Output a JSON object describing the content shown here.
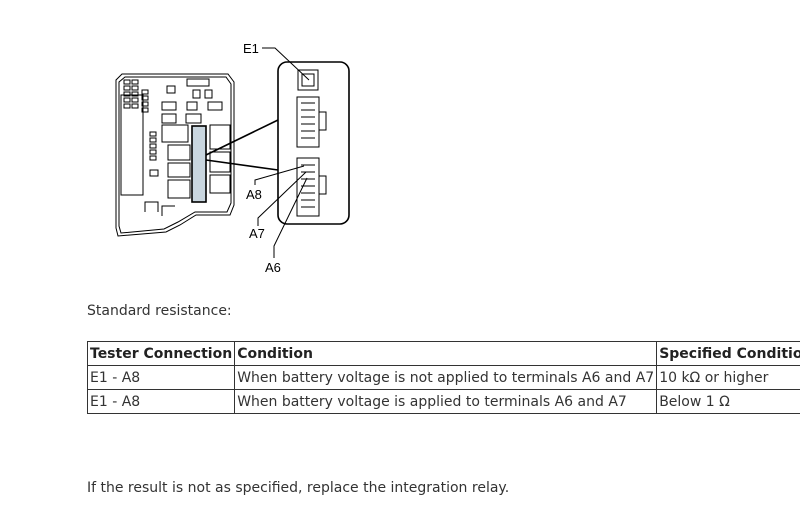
{
  "diagram": {
    "labels": {
      "e1": "E1",
      "a8": "A8",
      "a7": "A7",
      "a6": "A6"
    }
  },
  "intro_text": "Standard resistance:",
  "table": {
    "headers": [
      "Tester Connection",
      "Condition",
      "Specified Condition"
    ],
    "rows": [
      [
        "E1 - A8",
        "When battery voltage is not applied to terminals A6 and A7",
        "10 kΩ or higher"
      ],
      [
        "E1 - A8",
        "When battery voltage is applied to terminals A6 and A7",
        "Below 1 Ω"
      ]
    ]
  },
  "outro_text": "If the result is not as specified, replace the integration relay."
}
